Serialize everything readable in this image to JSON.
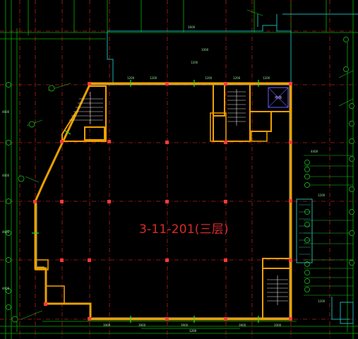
{
  "unit_label": "3-11-201(三层)",
  "elevator_label": "电梯",
  "floor_number": "3",
  "colors": {
    "background": "#000000",
    "grid_green": "#00c800",
    "dim_green": "#2aa52a",
    "axis_red": "#c81e1e",
    "wall_yellow": "#e0a000",
    "wall_orange": "#ff9a1a",
    "column_red": "#ff3030",
    "stair_white": "#d8d8d8",
    "room_cyan": "#00a0c8",
    "elevator_blue": "#6a5cff"
  }
}
